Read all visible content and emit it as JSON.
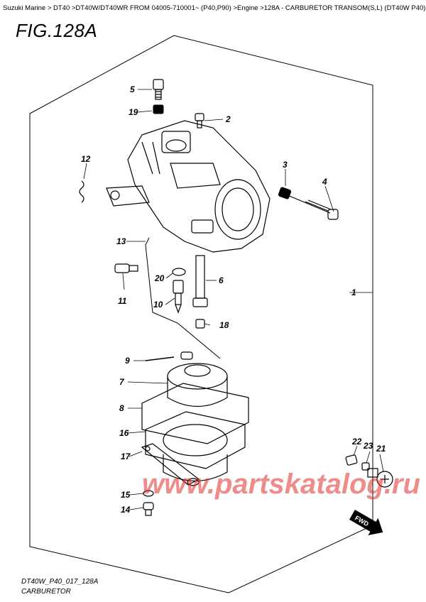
{
  "breadcrumb": "Suzuki Marine > DT40 >DT40W/DT40WR FROM 04005-710001~ (P40,P90) >Engine >128A - CARBURETOR TRANSOM(S,L) (DT40W P40) >",
  "figure_title": "FIG.128A",
  "footer": {
    "code": "DT40W_P40_017_128A",
    "name": "CARBURETOR"
  },
  "watermark": "www.partskatalog.ru",
  "fwd_label": "FWD",
  "callouts": [
    "1",
    "2",
    "3",
    "4",
    "5",
    "6",
    "7",
    "8",
    "9",
    "10",
    "11",
    "12",
    "13",
    "14",
    "15",
    "16",
    "17",
    "18",
    "19",
    "20",
    "21",
    "22",
    "23"
  ]
}
